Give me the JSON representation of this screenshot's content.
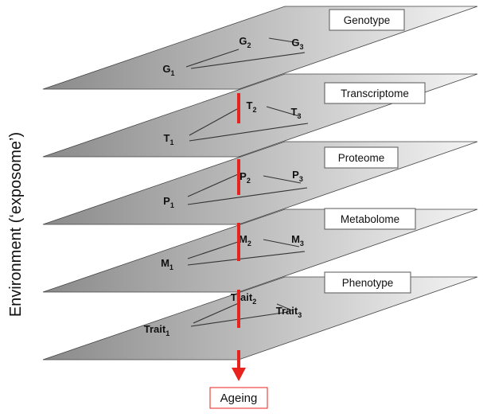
{
  "y_axis_label": "Environment (‘exposome’)",
  "outcome": {
    "label": "Ageing",
    "color": "#e8231e"
  },
  "colors": {
    "plane_light": "#f4f4f4",
    "plane_dark": "#8a8a8a",
    "plane_edge": "#444444",
    "link": "#333333",
    "vertical": "#e8231e"
  },
  "layers": [
    {
      "label": "Genotype",
      "nodes": [
        {
          "base": "G",
          "sub": "1"
        },
        {
          "base": "G",
          "sub": "2"
        },
        {
          "base": "G",
          "sub": "3"
        }
      ]
    },
    {
      "label": "Transcriptome",
      "nodes": [
        {
          "base": "T",
          "sub": "1"
        },
        {
          "base": "T",
          "sub": "2"
        },
        {
          "base": "T",
          "sub": "3"
        }
      ]
    },
    {
      "label": "Proteome",
      "nodes": [
        {
          "base": "P",
          "sub": "1"
        },
        {
          "base": "P",
          "sub": "2"
        },
        {
          "base": "P",
          "sub": "3"
        }
      ]
    },
    {
      "label": "Metabolome",
      "nodes": [
        {
          "base": "M",
          "sub": "1"
        },
        {
          "base": "M",
          "sub": "2"
        },
        {
          "base": "M",
          "sub": "3"
        }
      ]
    },
    {
      "label": "Phenotype",
      "nodes": [
        {
          "base": "Trait",
          "sub": "1"
        },
        {
          "base": "Trait",
          "sub": "2"
        },
        {
          "base": "Trait",
          "sub": "3"
        }
      ]
    }
  ]
}
